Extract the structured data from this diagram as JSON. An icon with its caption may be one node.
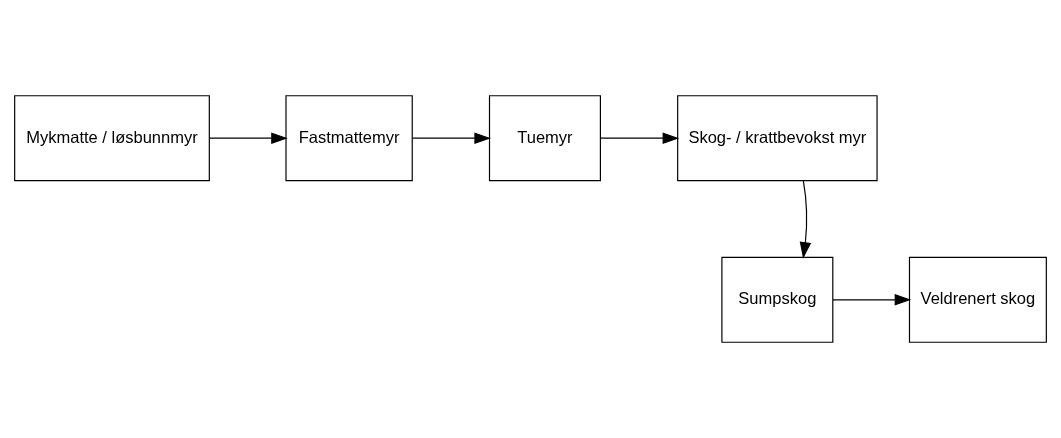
{
  "diagram": {
    "nodes": [
      {
        "text": [
          "Mykmatte / løsbunnmyr"
        ]
      },
      {
        "text": [
          "Fastmattemyr"
        ]
      },
      {
        "text": [
          "Tuemyr"
        ]
      },
      {
        "text": [
          "Skog- / krattbevokst myr"
        ]
      },
      {
        "text": [
          "Sumpskog"
        ]
      },
      {
        "text": [
          "Veldrenert skog"
        ]
      }
    ],
    "edges": [
      {
        "from": 0,
        "to": 1,
        "arrow": "to"
      },
      {
        "from": 1,
        "to": 2,
        "arrow": "to"
      },
      {
        "from": 2,
        "to": 3,
        "arrow": "to"
      },
      {
        "from": 3,
        "to": 4,
        "arrow": "to"
      },
      {
        "from": 4,
        "to": 5,
        "arrow": "to"
      }
    ]
  }
}
